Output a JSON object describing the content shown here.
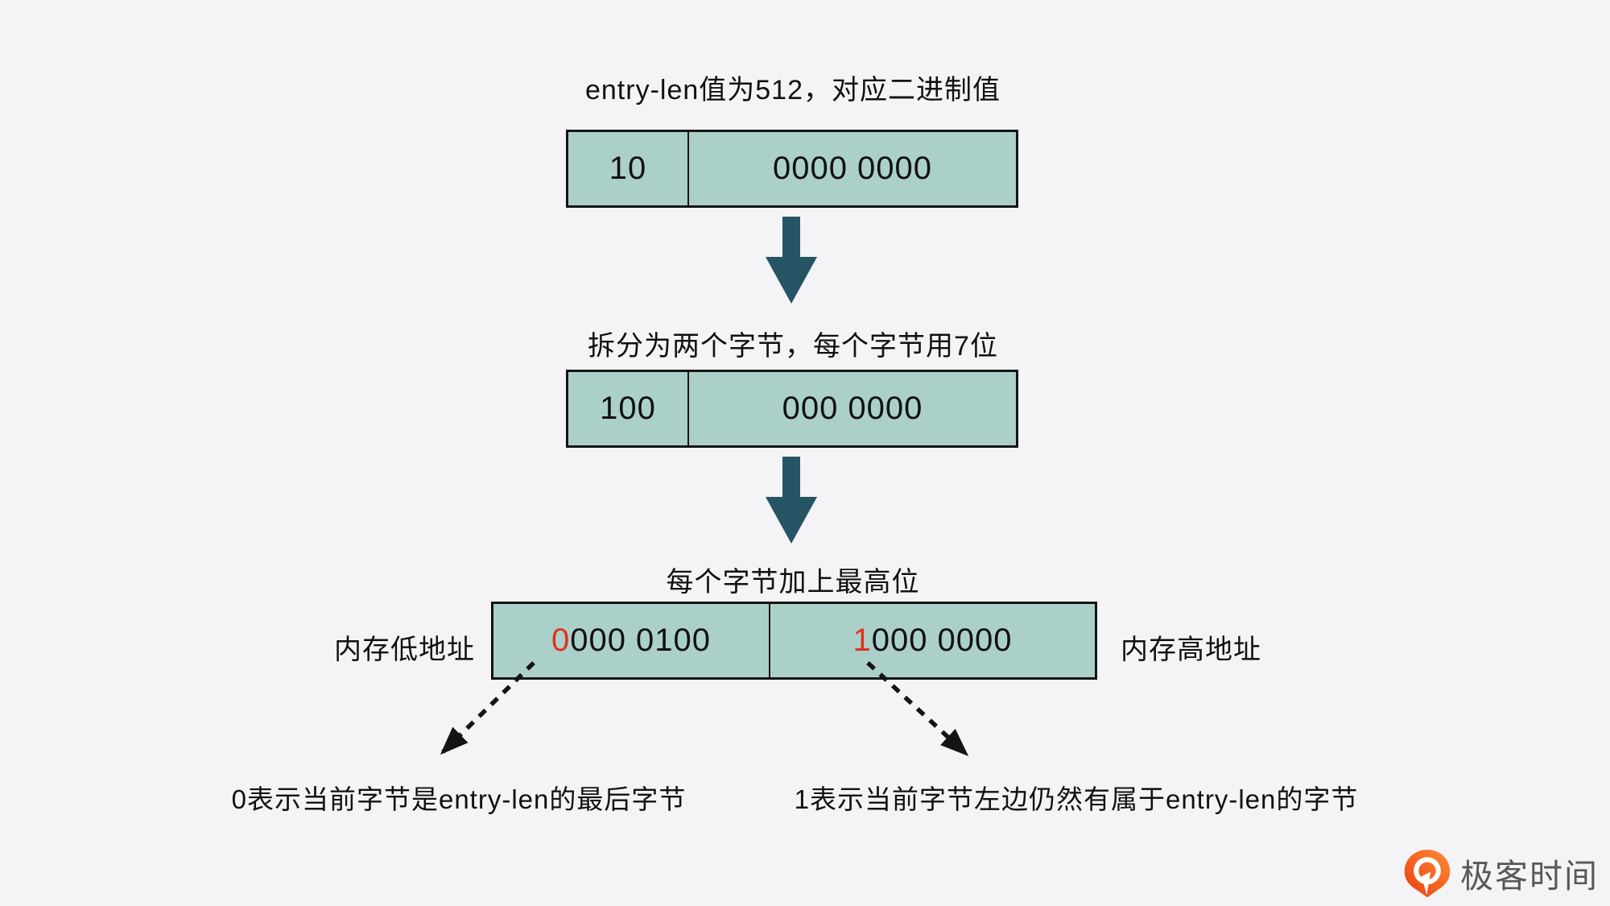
{
  "colors": {
    "page-bg": "#f4f4f6",
    "box-fill": "#abd0ca",
    "box-border": "#141414",
    "arrow": "#265465",
    "highlight": "#e0321f",
    "text": "#111111",
    "logo-text": "#5a5758",
    "logo-orange-dark": "#ec3c10",
    "logo-orange-light": "#fb8d36"
  },
  "step1": {
    "title": "entry-len值为512，对应二进制值",
    "cells": [
      "10",
      "0000 0000"
    ]
  },
  "step2": {
    "title": "拆分为两个字节，每个字节用7位",
    "cells": [
      "100",
      "000 0000"
    ]
  },
  "step3": {
    "title": "每个字节加上最高位",
    "left_cell": {
      "highlight": "0",
      "rest": "000 0100"
    },
    "right_cell": {
      "highlight": "1",
      "rest": "000 0000"
    },
    "label_low": "内存低地址",
    "label_high": "内存高地址"
  },
  "captions": {
    "left": "0表示当前字节是entry-len的最后字节",
    "right": "1表示当前字节左边仍然有属于entry-len的字节"
  },
  "logo": {
    "text": "极客时间"
  }
}
